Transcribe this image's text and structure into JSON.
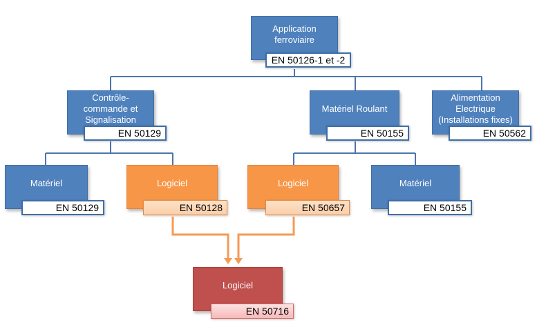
{
  "nodes": {
    "root": {
      "title": "Application ferroviaire",
      "standard": "EN 50126-1 et -2"
    },
    "controle": {
      "title": "Contrôle-commande et Signalisation",
      "standard": "EN 50129"
    },
    "materiel_roulant": {
      "title": "Matériel Roulant",
      "standard": "EN 50155"
    },
    "alimentation": {
      "title": "Alimentation Electrique (Installations fixes)",
      "standard": "EN 50562"
    },
    "controle_materiel": {
      "title": "Matériel",
      "standard": "EN 50129"
    },
    "controle_logiciel": {
      "title": "Logiciel",
      "standard": "EN 50128"
    },
    "roulant_logiciel": {
      "title": "Logiciel",
      "standard": "EN 50657"
    },
    "roulant_materiel": {
      "title": "Matériel",
      "standard": "EN 50155"
    },
    "logiciel_final": {
      "title": "Logiciel",
      "standard": "EN 50716"
    }
  },
  "colors": {
    "blue": "#4f81bd",
    "orange": "#f79646",
    "red": "#c0504d",
    "connector_blue": "#4a76ad",
    "arrow_orange": "#f59a55"
  }
}
